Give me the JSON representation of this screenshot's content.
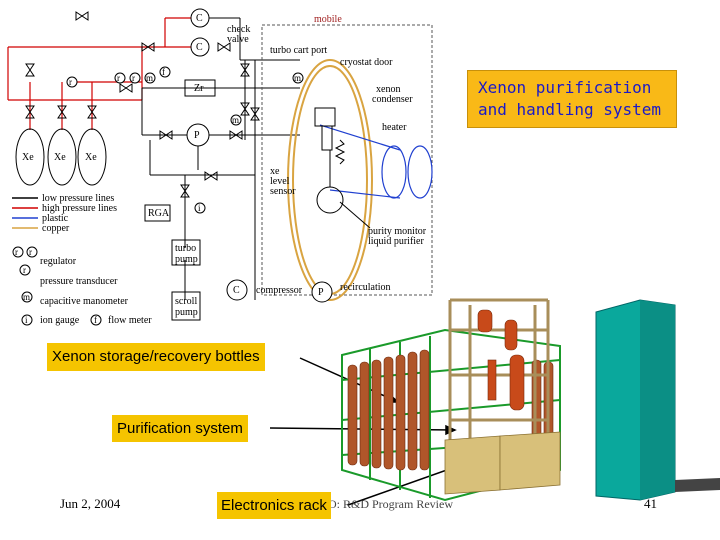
{
  "title_box": {
    "line1": "Xenon purification",
    "line2": "and handling system"
  },
  "callouts": {
    "storage": "Xenon storage/recovery bottles",
    "purification": "Purification system",
    "electronics": "Electronics rack"
  },
  "footer": {
    "date": "Jun 2, 2004",
    "conference": "EXO: R&D Program Review",
    "page": "41"
  },
  "schematic_labels": {
    "mobile": "mobile",
    "check_valve_1": "check",
    "check_valve_2": "valve",
    "turbo_cart_port": "turbo cart port",
    "cryostat_door": "cryostat door",
    "xenon_condenser_1": "xenon",
    "xenon_condenser_2": "condenser",
    "heater": "heater",
    "xe_level_1": "xe",
    "xe_level_2": "level",
    "xe_level_3": "sensor",
    "purity_monitor": "purity monitor",
    "liquid_purifier": "liquid purifier",
    "rga": "RGA",
    "turbo_1": "turbo",
    "turbo_2": "pump",
    "scroll_1": "scroll",
    "scroll_2": "pump",
    "compressor": "compressor",
    "recirculation": "recirculation",
    "xe": "Xe",
    "zr": "Zr"
  },
  "legend": {
    "low_pressure": "low pressure lines",
    "high_pressure": "high pressure lines",
    "plastic": "plastic",
    "copper": "copper",
    "regulator": "regulator",
    "pressure_transducer": "pressure transducer",
    "capacitive_manometer": "capacitive manometer",
    "ion_gauge": "ion gauge",
    "flow_meter": "flow meter"
  },
  "symbols": {
    "c": "C",
    "p": "P",
    "m": "m",
    "f": "f",
    "r": "r",
    "i": "i"
  },
  "colors": {
    "low_pressure": "#000000",
    "high_pressure": "#d00000",
    "plastic": "#2040d0",
    "copper": "#d9a441",
    "callout": "#f5c400",
    "title_box": "#f9b917",
    "title_text": "#1a1ac8"
  }
}
